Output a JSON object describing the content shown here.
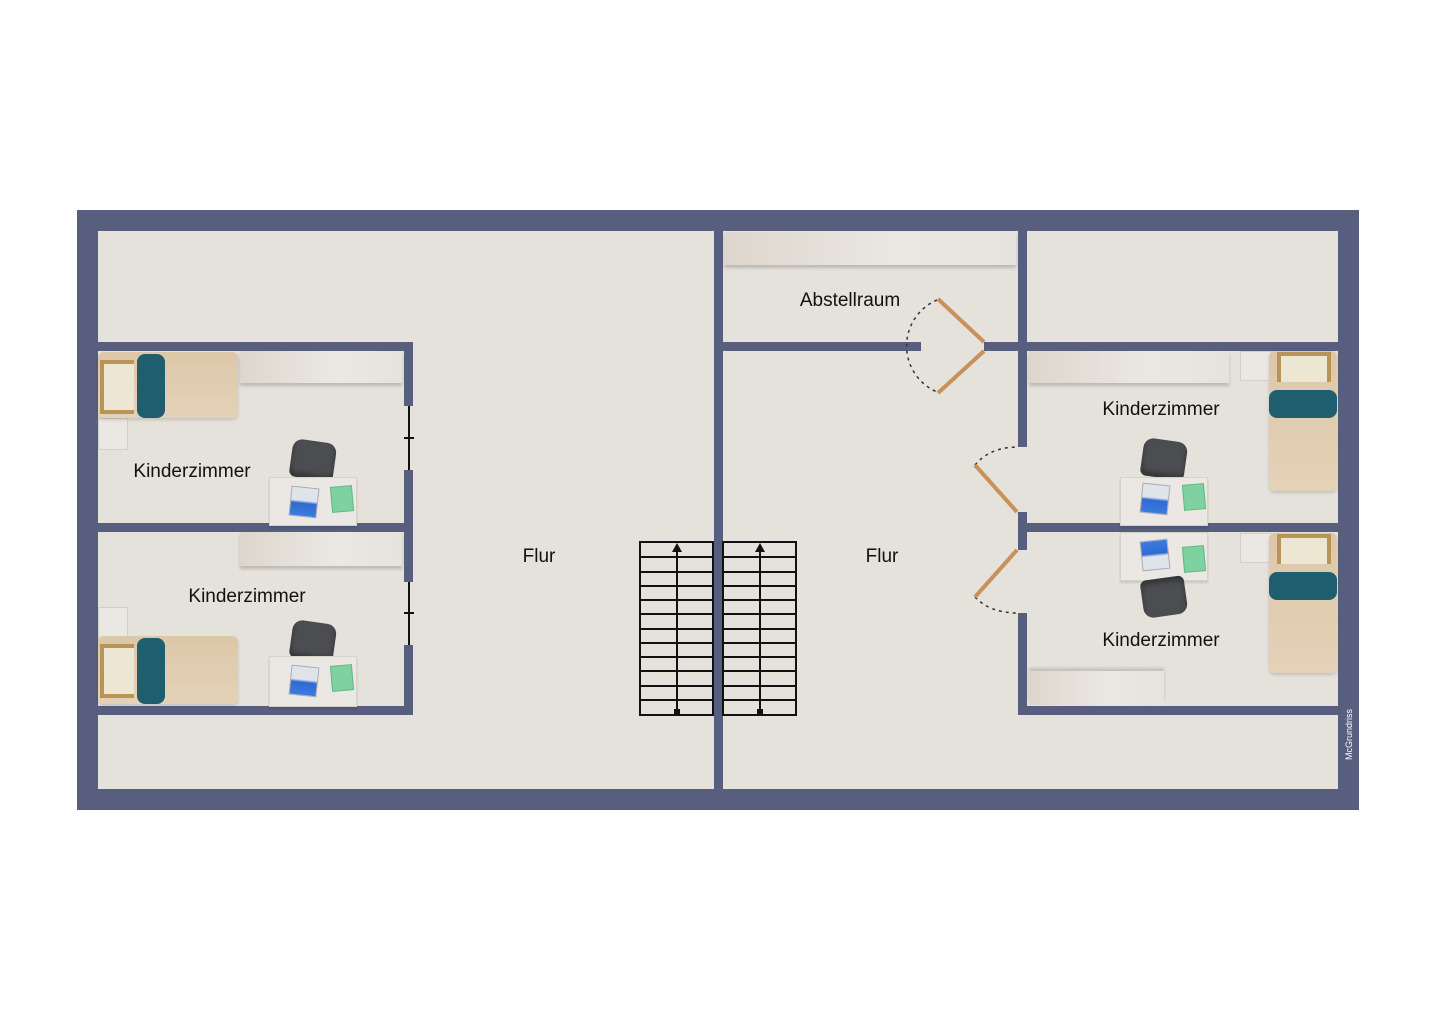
{
  "floorplan": {
    "rooms": {
      "kinderzimmer_left_top": "Kinderzimmer",
      "kinderzimmer_left_bottom": "Kinderzimmer",
      "flur_left": "Flur",
      "flur_right": "Flur",
      "abstellraum": "Abstellraum",
      "kinderzimmer_right_top": "Kinderzimmer",
      "kinderzimmer_right_bottom": "Kinderzimmer"
    },
    "stairs": {
      "count": 2,
      "steps_per_flight": 12
    },
    "watermark": "McGrundriss"
  },
  "colors": {
    "wall": "#575e7e",
    "floor": "#e5e2dc",
    "door": "#c8915a",
    "bed_pillow": "#1f5e6e",
    "laptop_screen": "#2f6ad0",
    "notebook": "#7fd1a0"
  }
}
